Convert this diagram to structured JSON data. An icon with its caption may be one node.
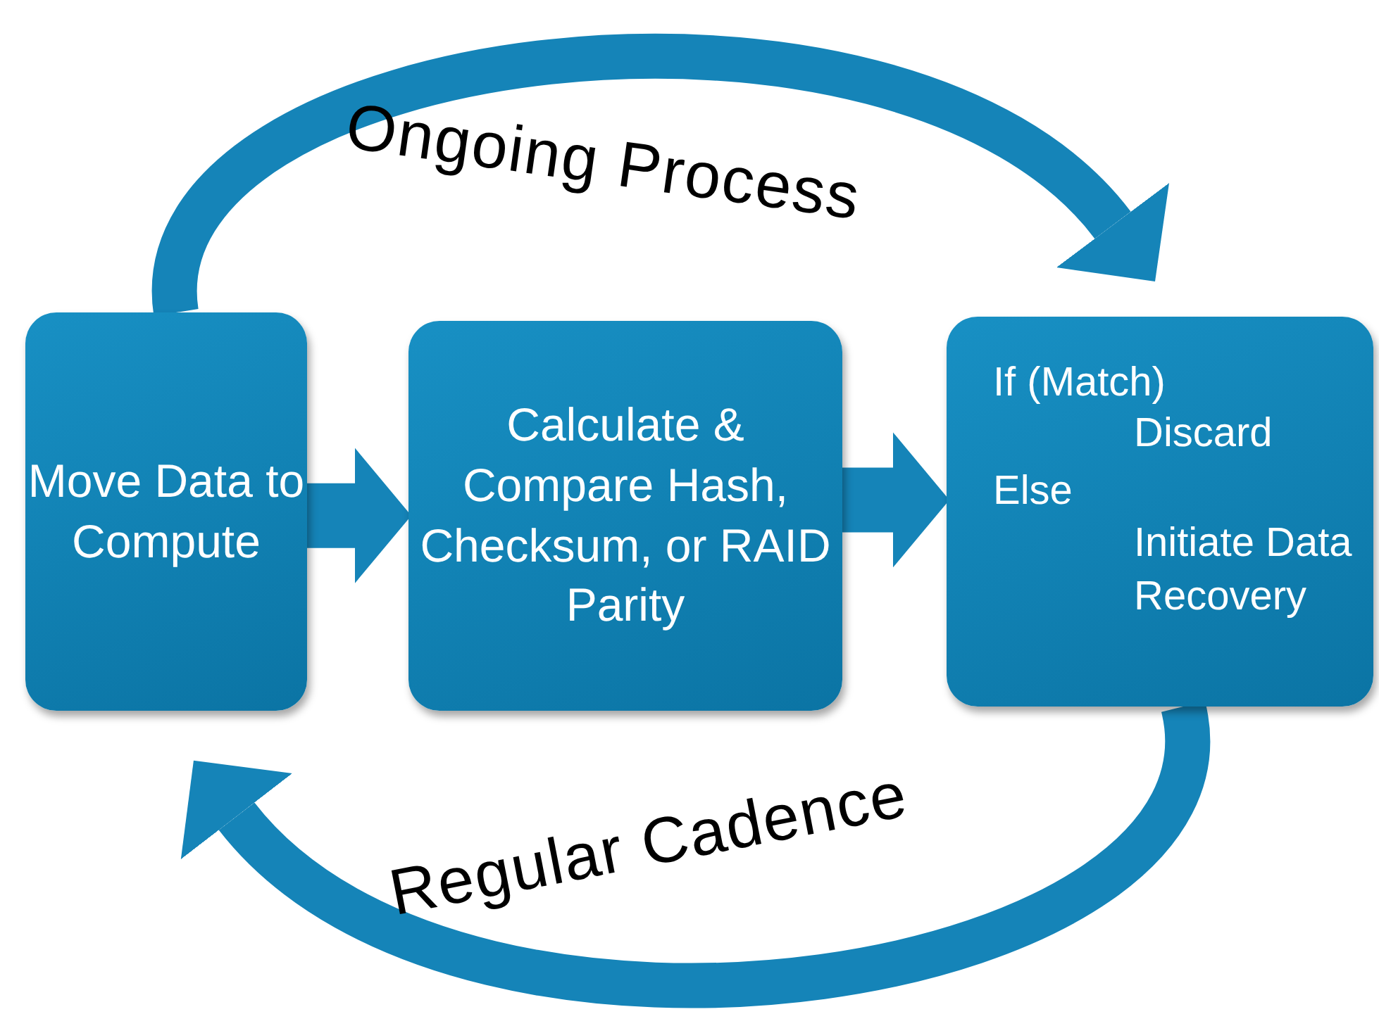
{
  "diagram": {
    "nodes": [
      {
        "text": [
          "Move Data to Compute"
        ]
      },
      {
        "text": [
          "Calculate & Compare Hash, Checksum, or RAID Parity"
        ]
      },
      {
        "text": [
          "If (Match)",
          "Discard",
          "Else",
          "Initiate Data Recovery"
        ]
      }
    ],
    "edges": [
      {
        "from": 0,
        "to": 1,
        "arrow": "to"
      },
      {
        "from": 1,
        "to": 2,
        "arrow": "to"
      },
      {
        "from": 0,
        "to": 2,
        "arrow": "to",
        "label": "Ongoing Process"
      },
      {
        "from": 2,
        "to": 0,
        "arrow": "to",
        "label": "Regular Cadence"
      }
    ]
  }
}
